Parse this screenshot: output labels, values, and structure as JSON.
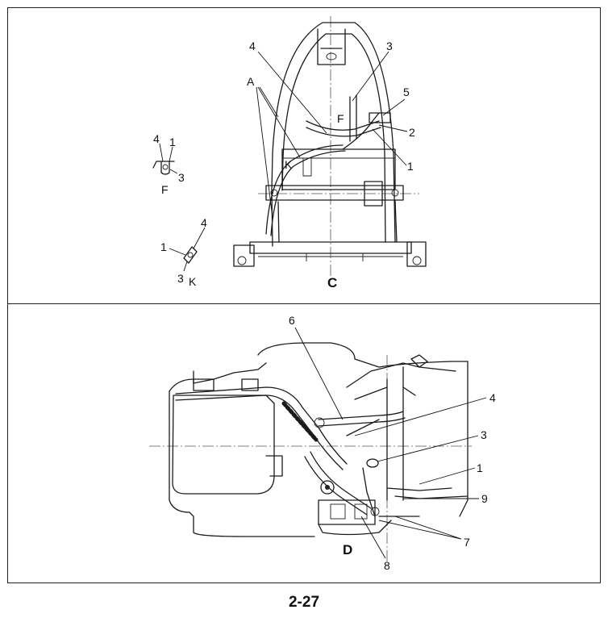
{
  "top_panel": {
    "view_label": "C",
    "labels": {
      "A": "A",
      "n4": "4",
      "n3": "3",
      "n5": "5",
      "n2": "2",
      "n1": "1",
      "F": "F",
      "K": "K"
    },
    "detail_f": {
      "n4": "4",
      "n1": "1",
      "n3": "3",
      "caption": "F"
    },
    "detail_k": {
      "n4": "4",
      "n1": "1",
      "n3": "3",
      "caption": "K"
    }
  },
  "bottom_panel": {
    "view_label": "D",
    "labels": {
      "n6": "6",
      "n4": "4",
      "n3": "3",
      "n1": "1",
      "n9": "9",
      "n7": "7",
      "n8": "8"
    }
  },
  "page_number": "2-27"
}
